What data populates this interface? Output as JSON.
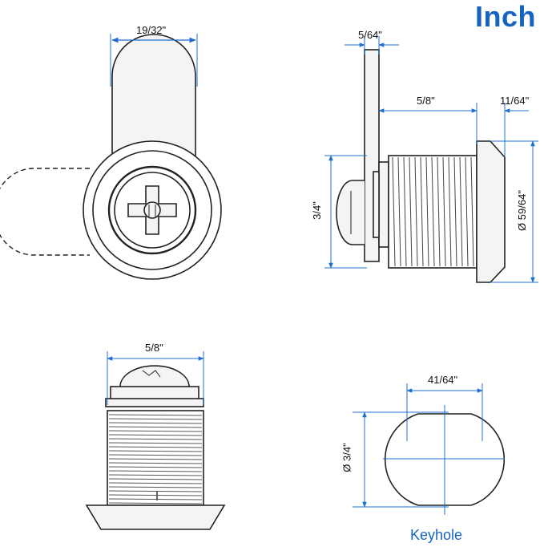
{
  "title": "Inch",
  "colors": {
    "accent": "#1565c0",
    "dim": "#1f6fd1",
    "line": "#222222",
    "fill": "#f4f4f4"
  },
  "views": {
    "front": {
      "top_width": "19/32\""
    },
    "side": {
      "flange_thickness": "5/64\"",
      "body_length": "5/8\"",
      "flange_depth": "11/64\"",
      "overall_height": "3/4\"",
      "flange_diameter": "Ø 59/64\""
    },
    "bottom": {
      "body_width": "5/8\""
    },
    "keyhole": {
      "width": "41/64\"",
      "diameter": "Ø 3/4\"",
      "caption": "Keyhole"
    }
  }
}
